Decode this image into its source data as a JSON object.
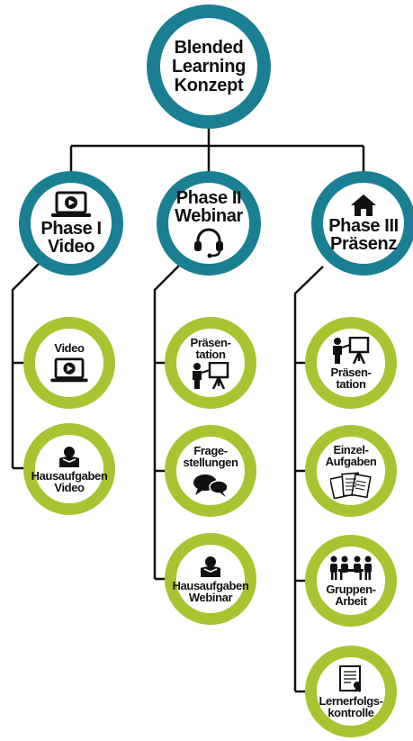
{
  "root": {
    "lines": [
      "Blended",
      "Learning",
      "Konzept"
    ]
  },
  "phases": [
    {
      "lines": [
        "Phase I",
        "Video"
      ],
      "icon": "laptop-play-icon"
    },
    {
      "lines": [
        "Phase II",
        "Webinar"
      ],
      "icon": "headset-icon"
    },
    {
      "lines": [
        "Phase III",
        "Präsenz"
      ],
      "icon": "house-icon"
    }
  ],
  "leaves": {
    "video": {
      "lines": [
        "Video"
      ],
      "icon": "laptop-play-icon"
    },
    "hausaufgaben_video": {
      "lines": [
        "Hausaufgaben",
        "Video"
      ],
      "icon": "reading-person-icon"
    },
    "praesentation_webinar": {
      "lines": [
        "Präsen-",
        "tation"
      ],
      "icon": "presenter-board-icon"
    },
    "fragestellungen": {
      "lines": [
        "Frage-",
        "stellungen"
      ],
      "icon": "speech-bubbles-icon"
    },
    "hausaufgaben_webinar": {
      "lines": [
        "Hausaufgaben",
        "Webinar"
      ],
      "icon": "reading-person-icon"
    },
    "praesentation_praesenz": {
      "lines": [
        "Präsen-",
        "tation"
      ],
      "icon": "presenter-board-icon"
    },
    "einzelaufgaben": {
      "lines": [
        "Einzel-",
        "Aufgaben"
      ],
      "icon": "documents-icon"
    },
    "gruppenarbeit": {
      "lines": [
        "Gruppen-",
        "Arbeit"
      ],
      "icon": "group-table-icon"
    },
    "lernerfolgskontrolle": {
      "lines": [
        "Lernerfolgs-",
        "kontrolle"
      ],
      "icon": "certificate-icon"
    }
  },
  "colors": {
    "phase_ring": "#1b7f93",
    "leaf_ring": "#a9c431",
    "connector": "#111111"
  }
}
